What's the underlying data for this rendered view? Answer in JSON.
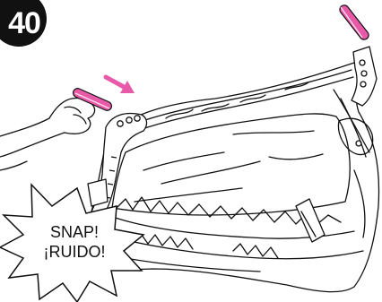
{
  "step": {
    "number": "40"
  },
  "callout": {
    "line1": "SNAP!",
    "line2": "¡RUIDO!"
  },
  "colors": {
    "highlight": "#e85aa8",
    "ink": "#111111"
  },
  "icons": {
    "action_arrow": "arrow-right-down-icon"
  }
}
